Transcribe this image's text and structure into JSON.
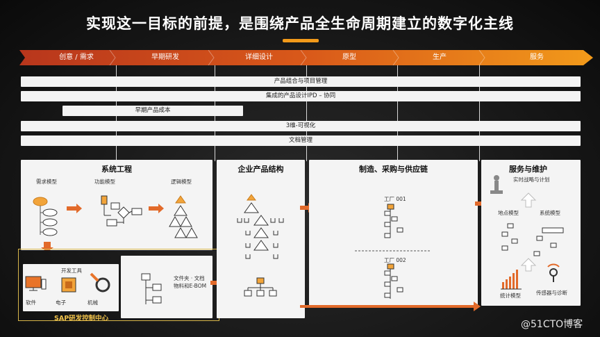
{
  "title": "实现这一目标的前提，是围绕产品全生命周期建立的数字化主线",
  "phases": [
    "创意 / 需求",
    "早期研发",
    "详细设计",
    "原型",
    "生产",
    "服务"
  ],
  "phase_colors": [
    "#b8361c",
    "#c9461b",
    "#d9591a",
    "#e66f19",
    "#ee841a",
    "#f29a1a"
  ],
  "bars": [
    "产品组合与项目管理",
    "集成的产品设计IPD – 协同",
    "早期产品成本",
    "3维-可视化",
    "文档管理"
  ],
  "system_engineering": {
    "title": "系统工程",
    "requirements_model": "需求模型",
    "function_model": "功能模型",
    "logic_model": "逻辑模型"
  },
  "dev_tools": {
    "title": "开发工具",
    "software": "软件",
    "electronics": "电子",
    "mechanical": "机械"
  },
  "docs_label": [
    "文件夹 · 文档",
    "物料和E-BOM"
  ],
  "sap_center": "SAP研发控制中心",
  "enterprise": {
    "title": "企业产品结构"
  },
  "manufacturing": {
    "title": "制造、采购与供应链",
    "factory1": "工厂 001",
    "factory2": "工厂 002"
  },
  "service": {
    "title": "服务与维护",
    "strategy": "实时战略与计划",
    "location_model": "地点模型",
    "system_model": "系统模型",
    "stat_model": "统计模型",
    "sensors": "传感器与诊断"
  },
  "watermark": "@51CTO博客"
}
